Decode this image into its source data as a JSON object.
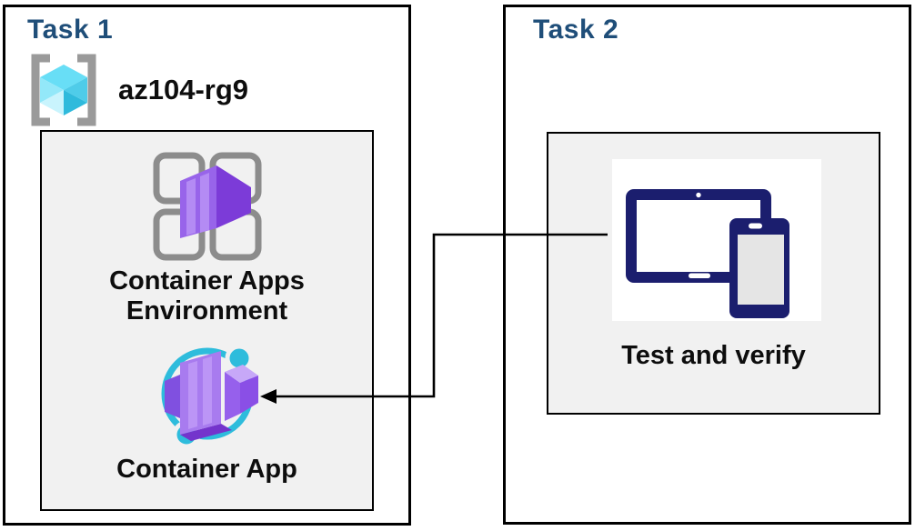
{
  "diagram": {
    "task1": {
      "title": "Task 1",
      "resource_group": {
        "icon": "resource-group-icon",
        "name": "az104-rg9"
      },
      "container_apps_environment": {
        "icon": "container-apps-environment-icon",
        "label_lines": [
          "Container Apps",
          "Environment"
        ]
      },
      "container_app": {
        "icon": "container-app-icon",
        "label": "Container App"
      }
    },
    "task2": {
      "title": "Task 2",
      "test_and_verify": {
        "icon": "devices-icon",
        "label": "Test and verify"
      }
    },
    "connector": {
      "type": "elbow-arrow",
      "from": "test_and_verify",
      "to": "container_app"
    }
  },
  "colors": {
    "title_text": "#1F4E79",
    "body_text": "#0D0D0D",
    "box_border": "#000000",
    "inner_box_fill": "#F1F1F1",
    "icon_gray": "#8C8C8C",
    "purple_light": "#A87BEF",
    "purple_mid": "#9864EA",
    "purple_dark": "#7C3BD8",
    "cyan_accent": "#2EBCDC",
    "cube_cyan": "#68DEF6",
    "device_navy": "#1B1E6E",
    "connector": "#000000"
  }
}
